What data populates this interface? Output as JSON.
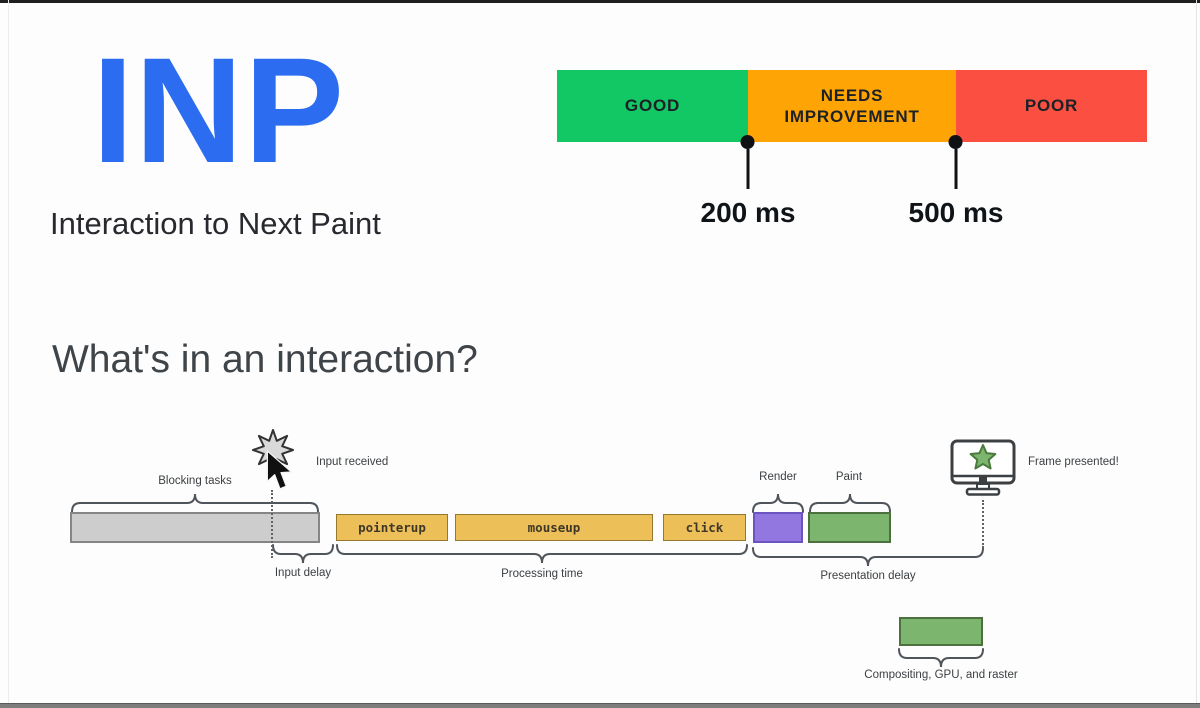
{
  "title": {
    "acronym": "INP",
    "subtitle": "Interaction to Next Paint"
  },
  "colors": {
    "accent_blue": "#2b6cf0",
    "good_green": "#11c864",
    "needs_improvement_orange": "#ffa405",
    "poor_red": "#fa4f41",
    "blocking_gray": "#cdcdcd",
    "event_yellow": "#edbf58",
    "render_purple": "#9377e0",
    "paint_green": "#7cb56e"
  },
  "scale": {
    "segments": [
      {
        "label": "GOOD",
        "color": "#11c864"
      },
      {
        "label": "NEEDS IMPROVEMENT",
        "color": "#ffa405"
      },
      {
        "label": "POOR",
        "color": "#fa4f41"
      }
    ],
    "thresholds": [
      {
        "label": "200 ms"
      },
      {
        "label": "500 ms"
      }
    ]
  },
  "section_heading": "What's in an interaction?",
  "diagram": {
    "blocking_tasks_label": "Blocking tasks",
    "input_received_label": "Input received",
    "input_delay_label": "Input delay",
    "events": [
      {
        "label": "pointerup"
      },
      {
        "label": "mouseup"
      },
      {
        "label": "click"
      }
    ],
    "processing_time_label": "Processing time",
    "render_label": "Render",
    "paint_label": "Paint",
    "presentation_delay_label": "Presentation delay",
    "frame_presented_label": "Frame presented!",
    "compositing_label": "Compositing, GPU, and raster"
  }
}
